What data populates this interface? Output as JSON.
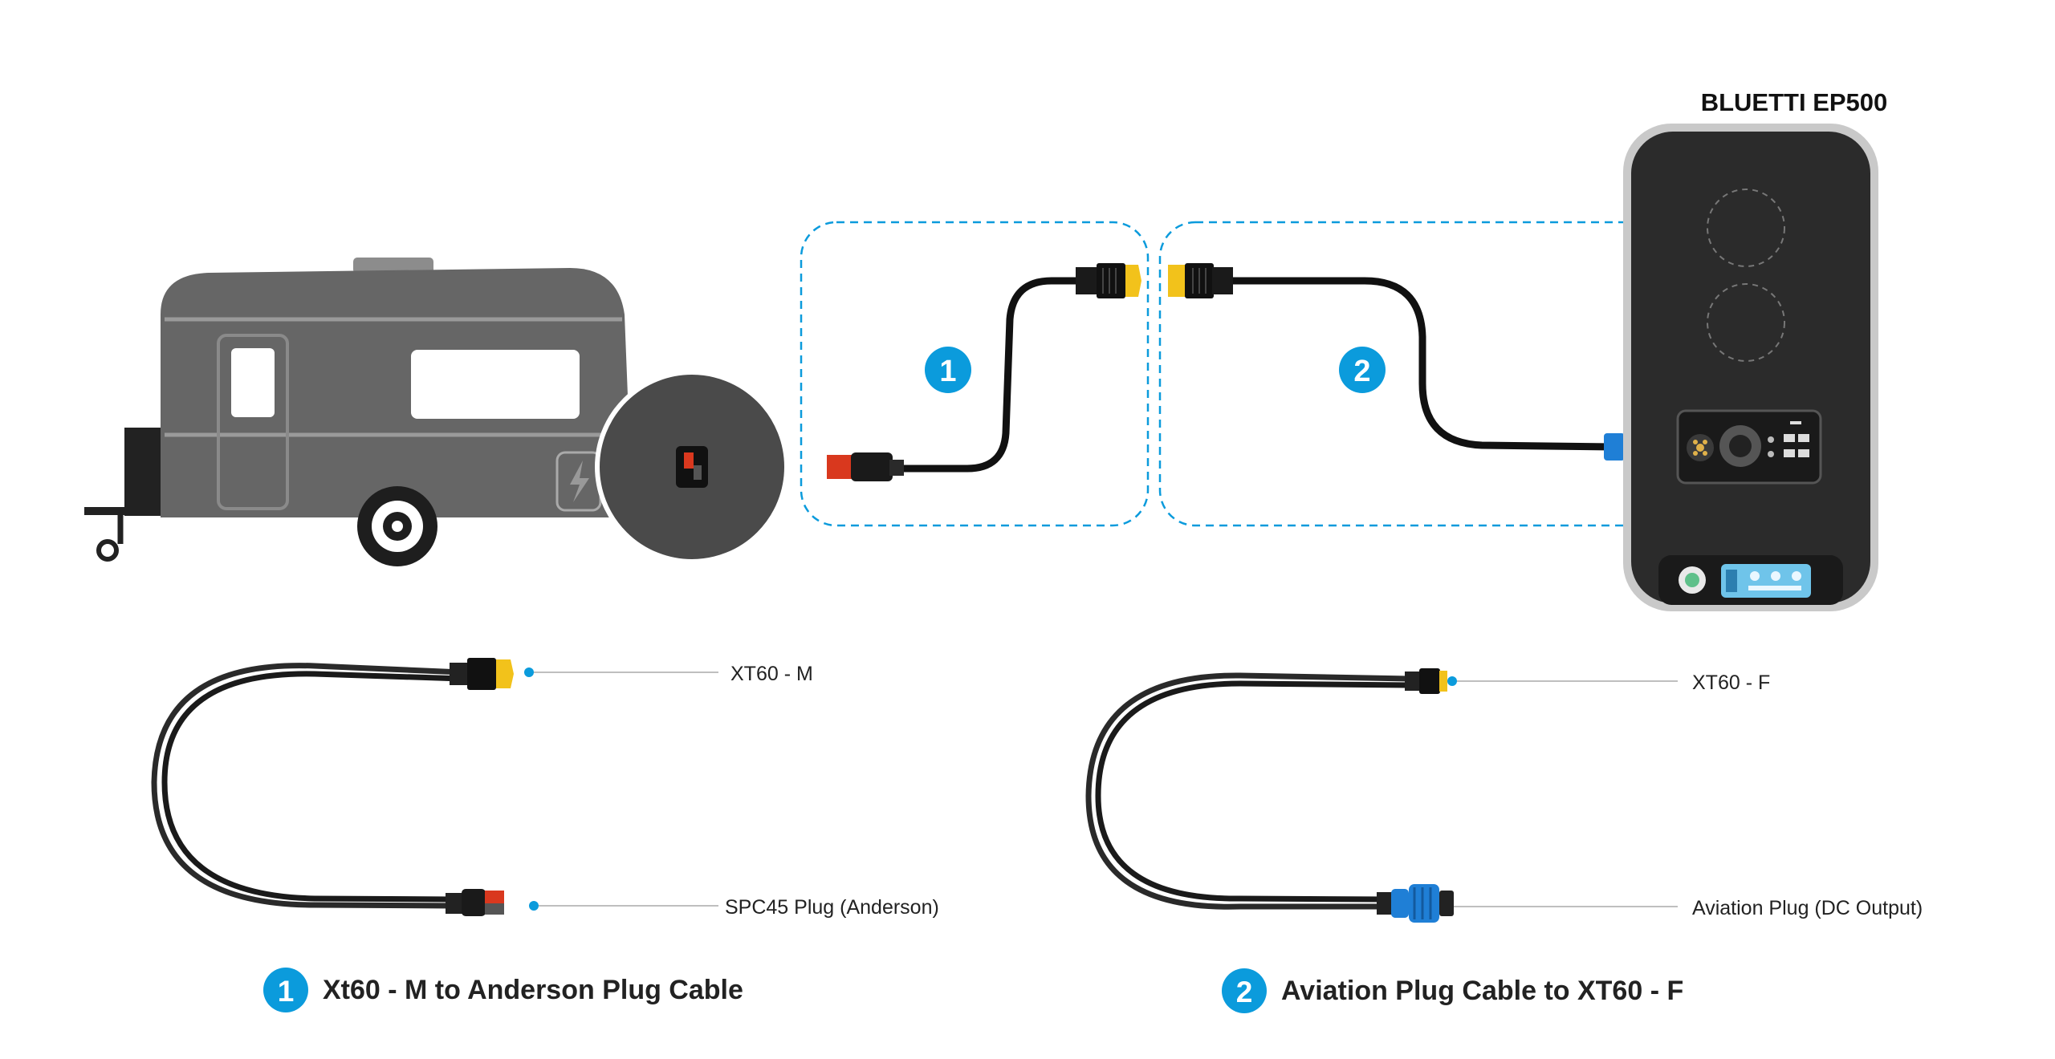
{
  "device": {
    "name": "BLUETTI EP500"
  },
  "setup": {
    "step1_number": "1",
    "step2_number": "2"
  },
  "cable1": {
    "number": "1",
    "title": "Xt60 - M to Anderson Plug Cable",
    "end_a": "XT60 - M",
    "end_b": "SPC45 Plug (Anderson)"
  },
  "cable2": {
    "number": "2",
    "title": "Aviation Plug Cable to XT60 - F",
    "end_a": "XT60 - F",
    "end_b": "Aviation Plug (DC Output)"
  },
  "colors": {
    "accent_blue": "#0b9bdc",
    "trailer_gray": "#666666",
    "device_dark": "#2b2b2b",
    "xt60_yellow": "#f2c21b",
    "anderson_red": "#d9381e",
    "aviation_blue": "#1f7fd6"
  }
}
